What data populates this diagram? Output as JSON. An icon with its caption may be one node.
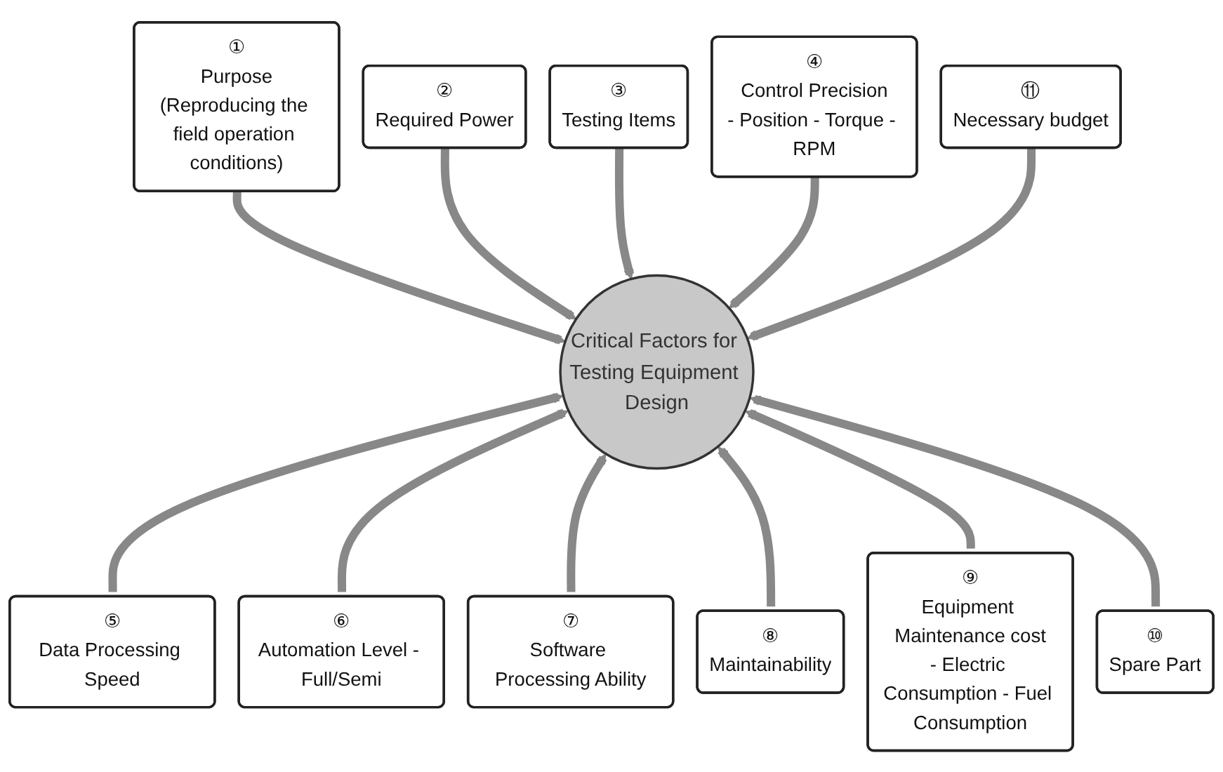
{
  "diagram": {
    "nodes": [
      {
        "text": [
          "①",
          "Purpose",
          "(Reproducing the field operation conditions)"
        ]
      },
      {
        "text": [
          "②",
          "Required Power"
        ]
      },
      {
        "text": [
          "③",
          "Testing Items"
        ]
      },
      {
        "text": [
          "④",
          "Control Precision",
          "- Position - Torque - RPM"
        ]
      },
      {
        "text": [
          "⑤",
          "Data Processing Speed"
        ]
      },
      {
        "text": [
          "⑥",
          "Automation Level - Full/Semi"
        ]
      },
      {
        "text": [
          "⑦",
          "Software Processing Ability"
        ]
      },
      {
        "text": [
          "⑧",
          "Maintainability"
        ]
      },
      {
        "text": [
          "⑨",
          "Equipment Maintenance cost",
          "- Electric Consumption - Fuel Consumption"
        ]
      },
      {
        "text": [
          "⑩",
          "Spare Part"
        ]
      },
      {
        "text": [
          "⑪",
          "Necessary budget"
        ]
      },
      {
        "text": [
          "Critical Factors for Testing Equipment Design"
        ]
      }
    ],
    "edges": [
      {
        "from": 0,
        "to": 11,
        "arrow": "to"
      },
      {
        "from": 1,
        "to": 11,
        "arrow": "to"
      },
      {
        "from": 2,
        "to": 11,
        "arrow": "to"
      },
      {
        "from": 3,
        "to": 11,
        "arrow": "to"
      },
      {
        "from": 4,
        "to": 11,
        "arrow": "to"
      },
      {
        "from": 5,
        "to": 11,
        "arrow": "to"
      },
      {
        "from": 6,
        "to": 11,
        "arrow": "to"
      },
      {
        "from": 7,
        "to": 11,
        "arrow": "to"
      },
      {
        "from": 8,
        "to": 11,
        "arrow": "to"
      },
      {
        "from": 9,
        "to": 11,
        "arrow": "to"
      },
      {
        "from": 10,
        "to": 11,
        "arrow": "to"
      }
    ]
  }
}
